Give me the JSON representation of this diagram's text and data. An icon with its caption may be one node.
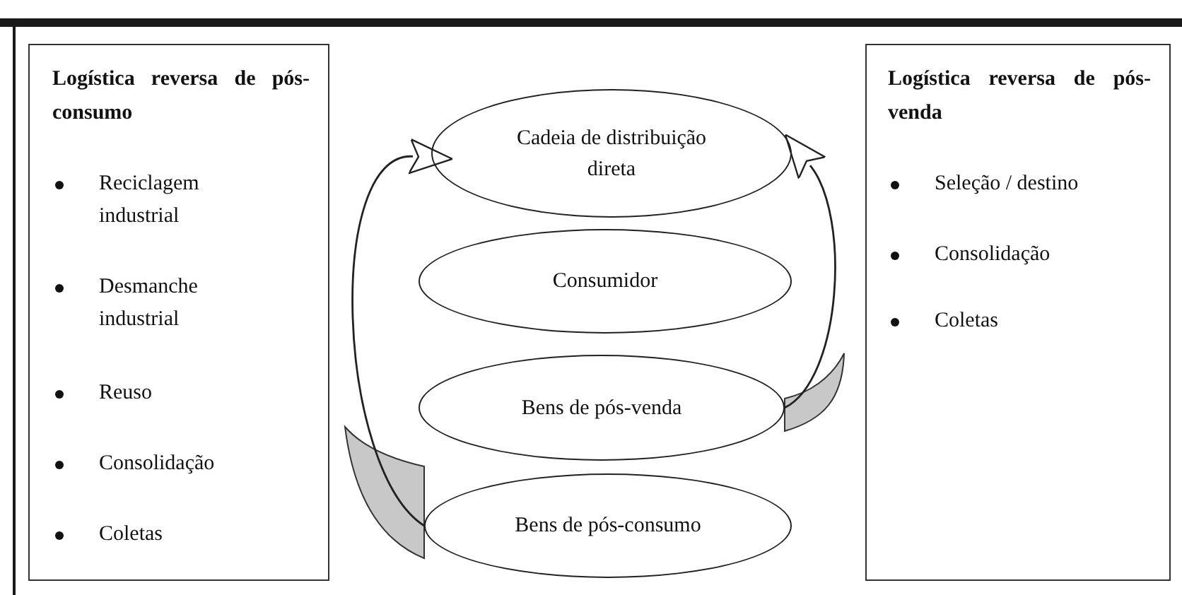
{
  "diagram": {
    "nodes": [
      {
        "text": [
          "Logística reversa de pós-consumo",
          "Reciclagem industrial",
          "Desmanche industrial",
          "Reuso",
          "Consolidação",
          "Coletas"
        ]
      },
      {
        "text": [
          "Cadeia de distribuição direta"
        ]
      },
      {
        "text": [
          "Consumidor"
        ]
      },
      {
        "text": [
          "Bens de pós-venda"
        ]
      },
      {
        "text": [
          "Bens de pós-consumo"
        ]
      },
      {
        "text": [
          "Logística reversa de pós-venda",
          "Seleção / destino",
          "Consolidação",
          "Coletas"
        ]
      }
    ],
    "edges": [
      {
        "from": 4,
        "to": 1,
        "arrow": "to"
      },
      {
        "from": 3,
        "to": 1,
        "arrow": "to"
      }
    ]
  }
}
